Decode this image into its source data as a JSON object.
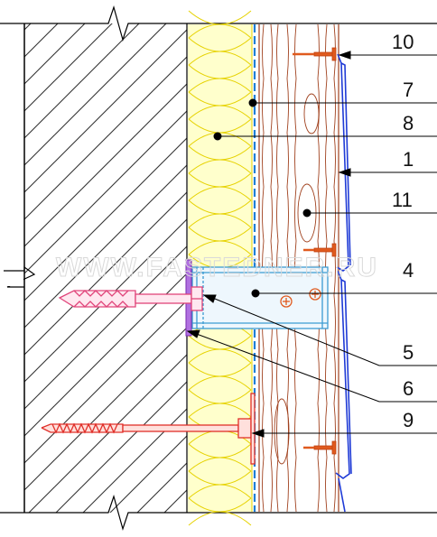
{
  "watermark": "WWW.FASTEDNER.RU",
  "colors": {
    "insulation_fill": "#ffffcc",
    "insulation_line": "#e6d200",
    "wood_fill": "#ffffff",
    "wood_grain": "#a0411e",
    "cladding": "#1f3bd6",
    "membrane": "#1f7fd6",
    "bracket": "#3c9bd2",
    "anchor": "#e0447a",
    "insulation_anchor": "#e0302a",
    "screw": "#e05a1e",
    "leader": "#000000",
    "gasket": "#7a2bb0"
  },
  "callouts": [
    {
      "id": "10",
      "label": "10"
    },
    {
      "id": "7",
      "label": "7"
    },
    {
      "id": "8",
      "label": "8"
    },
    {
      "id": "1",
      "label": "1"
    },
    {
      "id": "11",
      "label": "11"
    },
    {
      "id": "4",
      "label": "4"
    },
    {
      "id": "5",
      "label": "5"
    },
    {
      "id": "6",
      "label": "6"
    },
    {
      "id": "9",
      "label": "9"
    }
  ]
}
